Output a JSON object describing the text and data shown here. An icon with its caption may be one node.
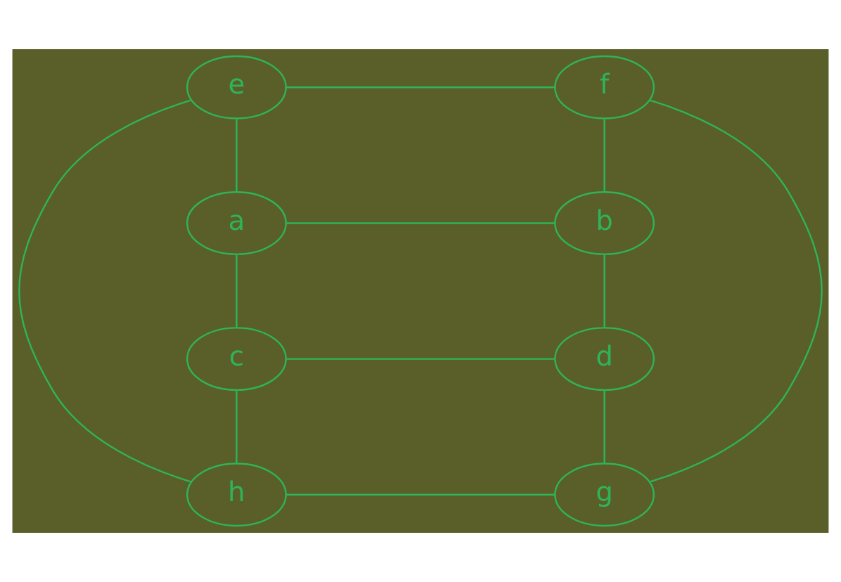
{
  "diagram": {
    "nodes": [
      {
        "text": [
          "e"
        ]
      },
      {
        "text": [
          "f"
        ]
      },
      {
        "text": [
          "a"
        ]
      },
      {
        "text": [
          "b"
        ]
      },
      {
        "text": [
          "c"
        ]
      },
      {
        "text": [
          "d"
        ]
      },
      {
        "text": [
          "h"
        ]
      },
      {
        "text": [
          "g"
        ]
      }
    ],
    "edges": [
      {
        "from": 0,
        "to": 1,
        "arrow": "none"
      },
      {
        "from": 0,
        "to": 2,
        "arrow": "none"
      },
      {
        "from": 0,
        "to": 6,
        "arrow": "none"
      },
      {
        "from": 1,
        "to": 3,
        "arrow": "none"
      },
      {
        "from": 1,
        "to": 7,
        "arrow": "none"
      },
      {
        "from": 2,
        "to": 3,
        "arrow": "none"
      },
      {
        "from": 2,
        "to": 4,
        "arrow": "none"
      },
      {
        "from": 3,
        "to": 5,
        "arrow": "none"
      },
      {
        "from": 4,
        "to": 5,
        "arrow": "none"
      },
      {
        "from": 4,
        "to": 6,
        "arrow": "none"
      },
      {
        "from": 5,
        "to": 7,
        "arrow": "none"
      },
      {
        "from": 6,
        "to": 7,
        "arrow": "none"
      }
    ]
  }
}
